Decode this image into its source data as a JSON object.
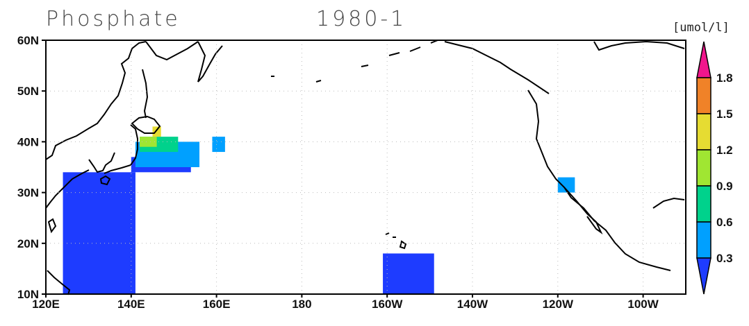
{
  "map": {
    "title": "Phosphate",
    "date": "1980-1",
    "unit": "[umol/l]"
  },
  "axes": {
    "lat_ticks": [
      {
        "label": "60N",
        "value": 60
      },
      {
        "label": "50N",
        "value": 50
      },
      {
        "label": "40N",
        "value": 40
      },
      {
        "label": "30N",
        "value": 30
      },
      {
        "label": "20N",
        "value": 20
      },
      {
        "label": "10N",
        "value": 10
      }
    ],
    "lon_ticks": [
      {
        "label": "120E",
        "value": 120
      },
      {
        "label": "140E",
        "value": 140
      },
      {
        "label": "160E",
        "value": 160
      },
      {
        "label": "180",
        "value": 180
      },
      {
        "label": "160W",
        "value": 200
      },
      {
        "label": "140W",
        "value": 220
      },
      {
        "label": "120W",
        "value": 240
      },
      {
        "label": "100W",
        "value": 260
      }
    ],
    "lon_range": [
      120,
      270
    ],
    "lat_range": [
      10,
      60
    ],
    "grid": true
  },
  "colorbar": {
    "levels": [
      "1.8",
      "1.5",
      "1.2",
      "0.9",
      "0.6",
      "0.3"
    ],
    "colors": [
      "#f0168c",
      "#f08228",
      "#e6dc32",
      "#a0e632",
      "#00d28c",
      "#00a0ff",
      "#1e3cff"
    ]
  },
  "chart_data": {
    "type": "heatmap",
    "variable": "Phosphate",
    "time": "1980-1",
    "unit": "umol/l",
    "regions": [
      {
        "name": "japan-south-blue",
        "bin": "<0.3",
        "color": "#1e3cff",
        "lon": [
          124,
          141
        ],
        "lat": [
          10,
          34
        ]
      },
      {
        "name": "kuroshio-blue",
        "bin": "<0.3",
        "color": "#1e3cff",
        "lon": [
          140,
          154
        ],
        "lat": [
          34,
          37
        ]
      },
      {
        "name": "kuroshio-lightblue",
        "bin": "0.3-0.6",
        "color": "#00a0ff",
        "lon": [
          141,
          156
        ],
        "lat": [
          35,
          40
        ]
      },
      {
        "name": "kuroshio-green",
        "bin": "0.6-0.9",
        "color": "#00d28c",
        "lon": [
          142,
          151
        ],
        "lat": [
          38,
          41
        ]
      },
      {
        "name": "kuroshio-lime",
        "bin": "0.9-1.2",
        "color": "#a0e632",
        "lon": [
          142,
          146
        ],
        "lat": [
          39,
          41
        ]
      },
      {
        "name": "kuroshio-yellow",
        "bin": "1.2-1.5",
        "color": "#e6dc32",
        "lon": [
          145,
          147
        ],
        "lat": [
          41,
          43
        ]
      },
      {
        "name": "offshore-cell",
        "bin": "0.3-0.6",
        "color": "#00a0ff",
        "lon": [
          159,
          162
        ],
        "lat": [
          38,
          41
        ]
      },
      {
        "name": "california-cell",
        "bin": "0.3-0.6",
        "color": "#00a0ff",
        "lon": [
          240,
          244
        ],
        "lat": [
          30,
          33
        ]
      },
      {
        "name": "hawaii-south-blue",
        "bin": "<0.3",
        "color": "#1e3cff",
        "lon": [
          199,
          211
        ],
        "lat": [
          10,
          18
        ]
      }
    ]
  }
}
